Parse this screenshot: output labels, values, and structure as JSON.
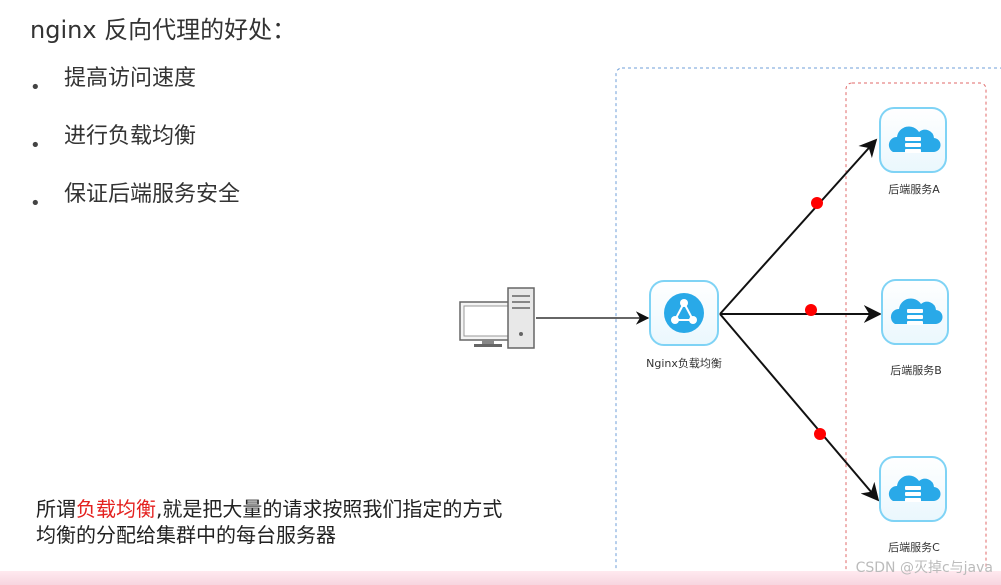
{
  "title": "nginx 反向代理的好处：",
  "bullets": [
    "提高访问速度",
    "进行负载均衡",
    "保证后端服务安全"
  ],
  "diagram": {
    "client_icon": "desktop-computer-icon",
    "load_balancer": {
      "label": "Nginx负载均衡",
      "icon": "network-nodes-icon"
    },
    "servers": [
      {
        "label": "后端服务A",
        "icon": "cloud-server-icon"
      },
      {
        "label": "后端服务B",
        "icon": "cloud-server-icon"
      },
      {
        "label": "后端服务C",
        "icon": "cloud-server-icon"
      }
    ],
    "colors": {
      "icon_fill": "#29a9e8",
      "icon_border": "#7fd3f5",
      "dot": "#ff0000",
      "outer_box": "#6f9fd8",
      "server_box": "#e06a6a"
    }
  },
  "caption": {
    "prefix": "所谓",
    "highlight": "负载均衡",
    "rest": ",就是把大量的请求按照我们指定的方式均衡的分配给集群中的每台服务器"
  },
  "watermark": "CSDN @灭掉c与java"
}
